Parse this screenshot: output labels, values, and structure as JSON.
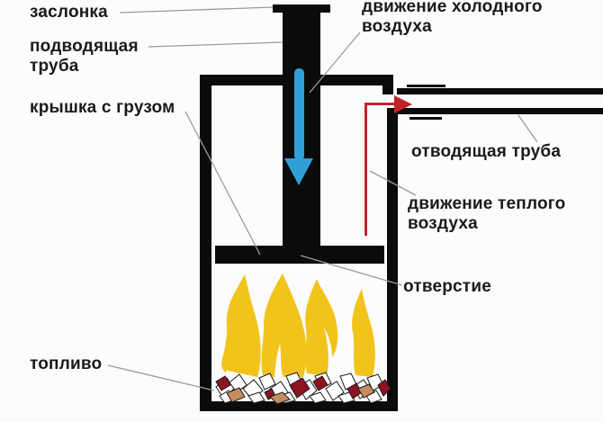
{
  "diagram": {
    "labels": {
      "damper": "заслонка",
      "supply_pipe": "подводящая\nтруба",
      "lid_with_weight": "крышка с грузом",
      "fuel": "топливо",
      "cold_air_flow": "движение холодного\nвоздуха",
      "outlet_pipe": "отводящая труба",
      "warm_air_flow": "движение теплого\nвоздуха",
      "opening": "отверстие"
    },
    "colors": {
      "structure": "#0b0b0b",
      "flame": "#f2c31b",
      "cold_air_arrow": "#2f9fd8",
      "warm_air_arrow": "#c2232a",
      "ember_red": "#8e1322",
      "ember_tan": "#c68b5e",
      "chunk_outline": "#1c1c1c",
      "leader": "#9b9b9b",
      "text": "#1a1a1a",
      "background": "#fcfcfc"
    }
  }
}
